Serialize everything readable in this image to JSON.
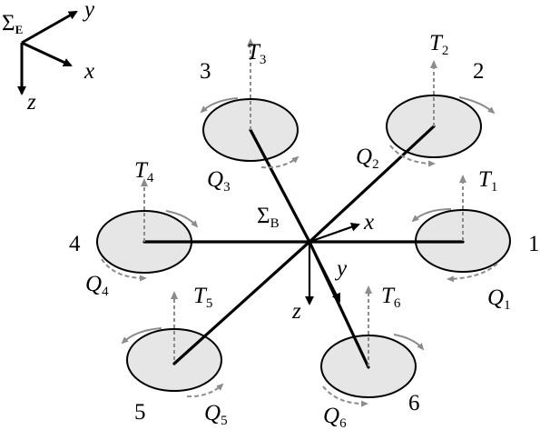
{
  "frames": {
    "earth": {
      "symbol": "Σ",
      "subscript": "E",
      "axes": [
        "y",
        "x",
        "z"
      ]
    },
    "body": {
      "symbol": "Σ",
      "subscript": "B",
      "axes": [
        "x",
        "y",
        "z"
      ]
    }
  },
  "rotors": [
    {
      "number": "1",
      "thrust": "T",
      "thrust_index": "1",
      "torque": "Q",
      "torque_index": "1"
    },
    {
      "number": "2",
      "thrust": "T",
      "thrust_index": "2",
      "torque": "Q",
      "torque_index": "2"
    },
    {
      "number": "3",
      "thrust": "T",
      "thrust_index": "3",
      "torque": "Q",
      "torque_index": "3"
    },
    {
      "number": "4",
      "thrust": "T",
      "thrust_index": "4",
      "torque": "Q",
      "torque_index": "4"
    },
    {
      "number": "5",
      "thrust": "T",
      "thrust_index": "5",
      "torque": "Q",
      "torque_index": "5"
    },
    {
      "number": "6",
      "thrust": "T",
      "thrust_index": "6",
      "torque": "Q",
      "torque_index": "6"
    }
  ],
  "colors": {
    "arm": "#000000",
    "rotor_fill": "#e6e6e6",
    "rotor_stroke": "#000000",
    "vector_gray": "#8c8c8c"
  }
}
